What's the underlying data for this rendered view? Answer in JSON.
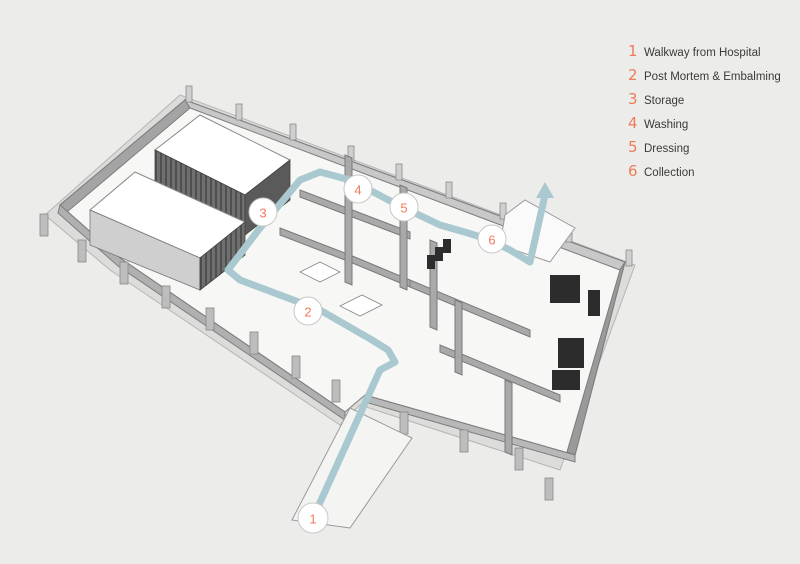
{
  "legend": {
    "items": [
      {
        "num": "1",
        "label": "Walkway from Hospital"
      },
      {
        "num": "2",
        "label": "Post Mortem & Embalming"
      },
      {
        "num": "3",
        "label": "Storage"
      },
      {
        "num": "4",
        "label": "Washing"
      },
      {
        "num": "5",
        "label": "Dressing"
      },
      {
        "num": "6",
        "label": "Collection"
      }
    ]
  },
  "markers": [
    "1",
    "2",
    "3",
    "4",
    "5",
    "6"
  ],
  "colors": {
    "background": "#ececea",
    "accent": "#f07a5a",
    "path": "#a9c8cf",
    "wall": "#9a9a9a",
    "floor": "#f7f7f5",
    "roof": "#ffffff",
    "dark": "#2c2c2c"
  }
}
